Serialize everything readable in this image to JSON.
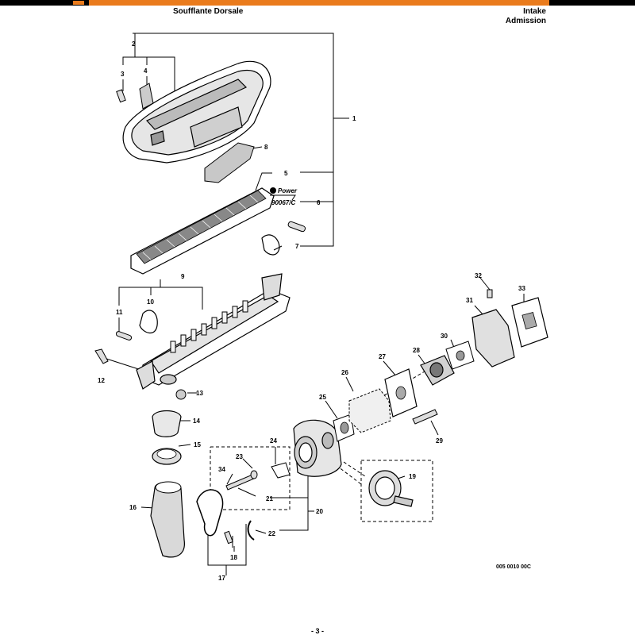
{
  "header": {
    "title_left": "Soufflante Dorsale",
    "title_right_en": "Intake",
    "title_right_fr": "Admission"
  },
  "colors": {
    "brand_accent": "#ea7b1c",
    "bar": "#000000"
  },
  "stamp": {
    "brand": "Power",
    "code": "90067/C"
  },
  "part_labels": [
    "1",
    "2",
    "3",
    "4",
    "5",
    "6",
    "7",
    "8",
    "9",
    "10",
    "11",
    "12",
    "13",
    "14",
    "15",
    "16",
    "17",
    "18",
    "19",
    "20",
    "21",
    "22",
    "23",
    "24",
    "25",
    "26",
    "27",
    "28",
    "29",
    "30",
    "31",
    "32",
    "33",
    "34"
  ],
  "diagram_code": "005 0010 00C",
  "page_number": "- 3 -"
}
